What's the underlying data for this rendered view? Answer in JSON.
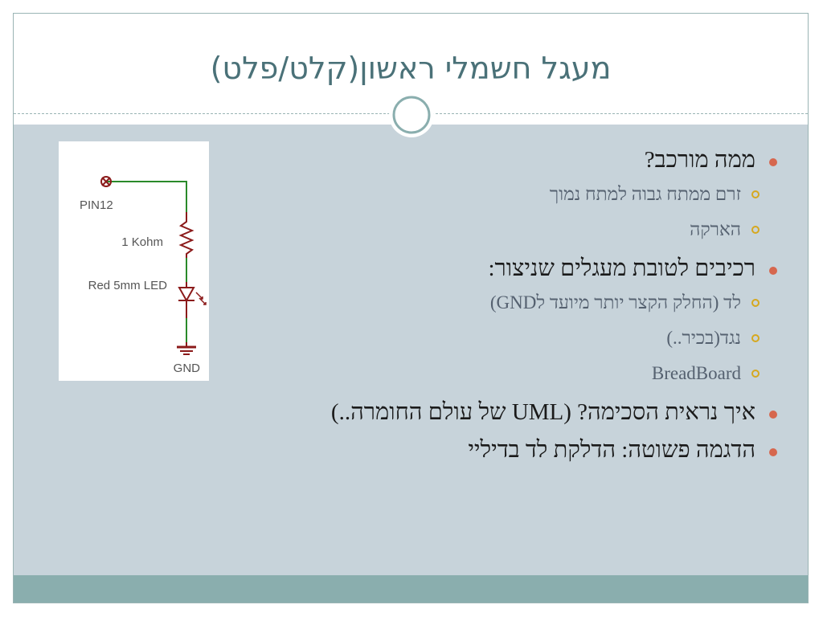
{
  "slide": {
    "title": "מעגל חשמלי ראשון(קלט/פלט)"
  },
  "diagram": {
    "pin_label": "PIN12",
    "resistor_label": "1 Kohm",
    "led_label": "Red 5mm LED",
    "ground_label": "GND"
  },
  "bullets": [
    {
      "level": 1,
      "text": "ממה מורכב?"
    },
    {
      "level": 2,
      "text": "זרם ממתח גבוה למתח נמוך"
    },
    {
      "level": 2,
      "text": "הארקה"
    },
    {
      "level": 1,
      "text": "רכיבים לטובת מעגלים שניצור:"
    },
    {
      "level": 2,
      "text": "לד (החלק הקצר יותר מיועד לGND)"
    },
    {
      "level": 2,
      "text": "נגד(בכיר..)"
    },
    {
      "level": 2,
      "text": "BreadBoard"
    },
    {
      "level": 1,
      "text": "איך נראית הסכימה? (UML של עולם החומרה..)"
    },
    {
      "level": 1,
      "text": "הדגמה פשוטה:  הדלקת לד בדיליי"
    }
  ],
  "colors": {
    "content_bg": "#c7d3da",
    "footer_bg": "#8aaeae",
    "title_color": "#4a7178",
    "bullet_primary": "#d6674e",
    "bullet_secondary": "#d6a81e",
    "wire_green": "#2a8a2a",
    "component_red": "#8b1a1a"
  }
}
